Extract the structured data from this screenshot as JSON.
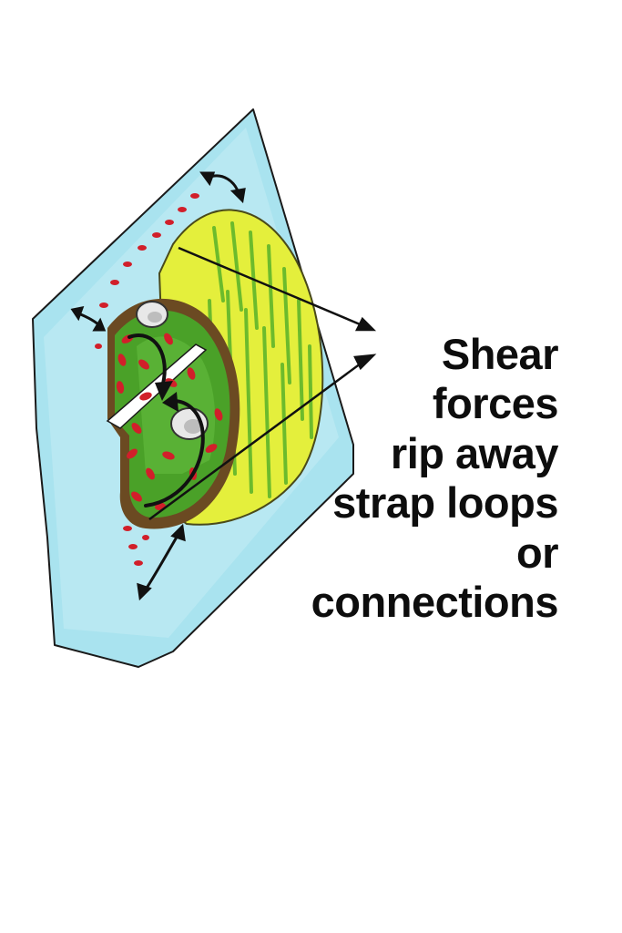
{
  "caption": {
    "lines": [
      "Shear",
      "forces",
      "rip away",
      "strap loops",
      "or",
      "connections"
    ]
  },
  "colors": {
    "background": "#ffffff",
    "panel": "#a9e3ef",
    "yellow_body": "#e4ef3c",
    "green_body": "#58b22a",
    "rim_brown": "#6b4a22",
    "stitch_red": "#d11f2a",
    "ink": "#111111"
  },
  "icons": [
    "shear-arrow-icon",
    "rotation-arrow-icon",
    "bolt-head-icon"
  ]
}
